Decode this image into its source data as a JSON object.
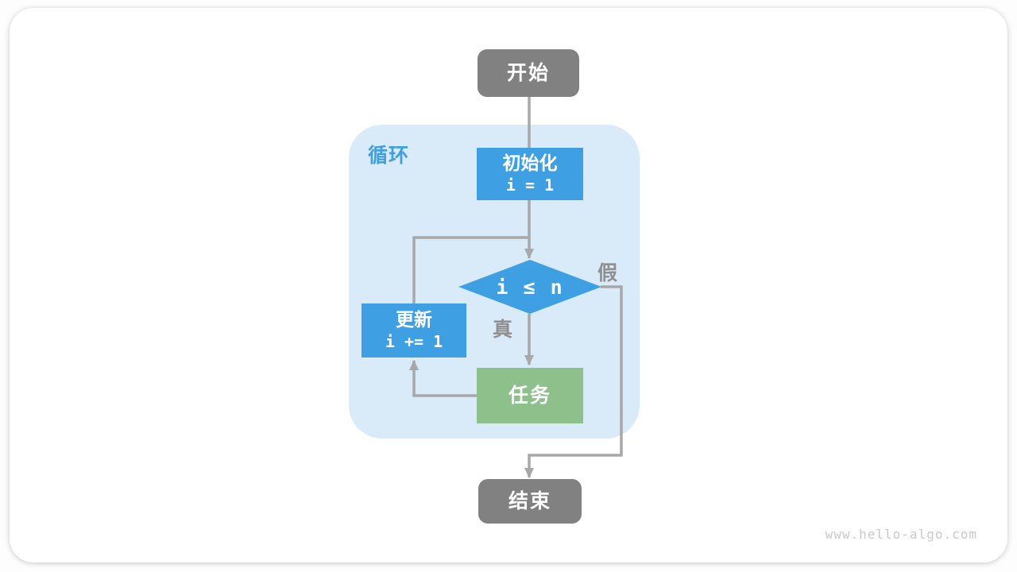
{
  "page": {
    "watermark": "www.hello-algo.com"
  },
  "diagram": {
    "type": "flowchart",
    "loop_label": "循环",
    "nodes": {
      "start": {
        "label": "开始"
      },
      "init": {
        "label": "初始化",
        "code": "i = 1"
      },
      "condition": {
        "label": "i ≤ n"
      },
      "update": {
        "label": "更新",
        "code": "i += 1"
      },
      "task": {
        "label": "任务"
      },
      "end": {
        "label": "结束"
      }
    },
    "edge_labels": {
      "true_branch": "真",
      "false_branch": "假"
    },
    "edges": [
      "start -> init",
      "init -> condition",
      "condition -(真)-> task",
      "condition -(假)-> end",
      "task -> update",
      "update -> condition"
    ],
    "colors": {
      "terminal_box": "#818181",
      "process_box": "#3EA0E3",
      "task_box": "#8DC08A",
      "loop_background": "#D9EAF8",
      "loop_label_text": "#3F9FE0",
      "connector": "#A8A8A8",
      "branch_label": "#8F8F8F",
      "node_text": "#FFFFFF",
      "watermark": "#C9C9C9"
    }
  }
}
